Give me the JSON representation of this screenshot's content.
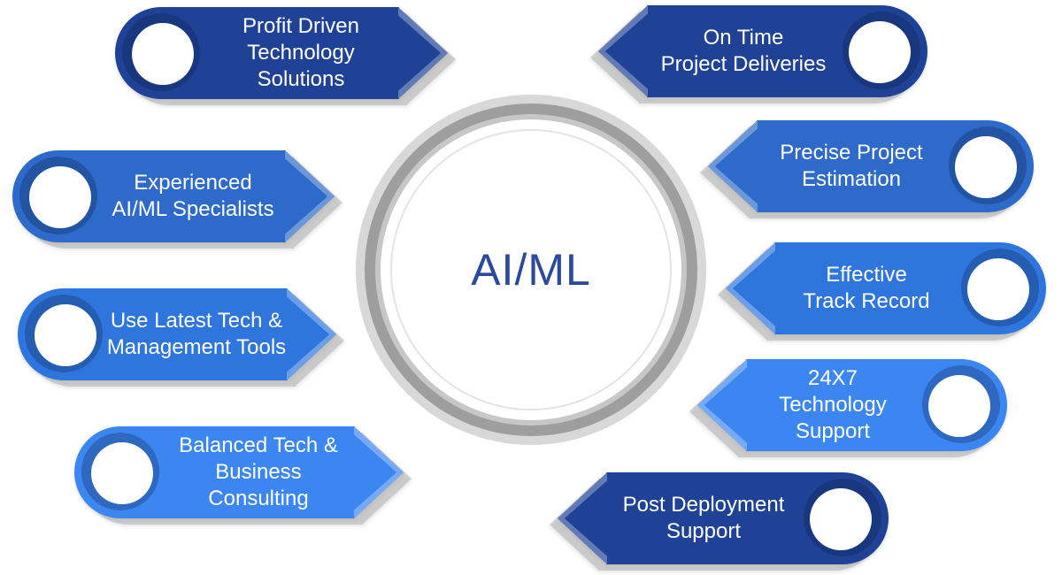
{
  "center": {
    "label": "AI/ML",
    "text_color": "#2b4a9b",
    "ring_colors": {
      "outer": "#d8d8d8",
      "mid": "#9e9e9e",
      "inner": "#c7c7c7",
      "hairline": "#e4e4e4"
    }
  },
  "palette": {
    "navy": "#1f4297",
    "medium_blue": "#2d6ac9",
    "bright_blue": "#2e76de",
    "light_blue": "#3c86f2",
    "bullet": "#ffffff",
    "label_text": "#ffffff"
  },
  "banners": [
    {
      "name": "profit-driven-technology-solutions",
      "label": "Profit Driven\nTechnology\nSolutions",
      "side": "left",
      "color": "#1f4297"
    },
    {
      "name": "experienced-ai-ml-specialists",
      "label": "Experienced\nAI/ML Specialists",
      "side": "left",
      "color": "#2d6ac9"
    },
    {
      "name": "use-latest-tech-management-tools",
      "label": "Use Latest Tech &\nManagement Tools",
      "side": "left",
      "color": "#2e76de"
    },
    {
      "name": "balanced-tech-business-consulting",
      "label": "Balanced Tech &\nBusiness Consulting",
      "side": "left",
      "color": "#3c86f2"
    },
    {
      "name": "on-time-project-deliveries",
      "label": "On Time\nProject Deliveries",
      "side": "right",
      "color": "#1f4297"
    },
    {
      "name": "precise-project-estimation",
      "label": "Precise Project\nEstimation",
      "side": "right",
      "color": "#2d6ac9"
    },
    {
      "name": "effective-track-record",
      "label": "Effective\nTrack Record",
      "side": "right",
      "color": "#2e76de"
    },
    {
      "name": "24x7-technology-support",
      "label": "24X7\nTechnology Support",
      "side": "right",
      "color": "#3c86f2"
    },
    {
      "name": "post-deployment-support",
      "label": "Post Deployment\nSupport",
      "side": "right",
      "color": "#1f4297"
    }
  ]
}
